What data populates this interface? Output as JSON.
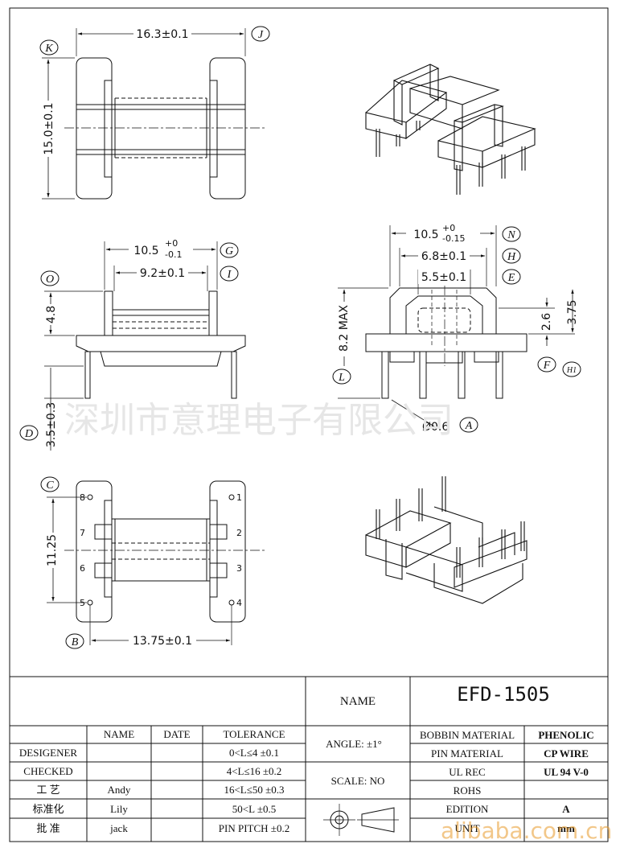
{
  "drawing": {
    "top_view": {
      "width_dim": "16.3±0.1",
      "height_dim": "15.0±0.1",
      "labels": {
        "width": "J",
        "height": "K"
      }
    },
    "side_view": {
      "flange_dim": "10.5",
      "flange_tol_plus": "+0",
      "flange_tol_minus": "-0.1",
      "inner_dim": "9.2±0.1",
      "height_dim": "4.8",
      "pin_dim": "3.5±0.3",
      "labels": {
        "flange": "G",
        "inner": "I",
        "height": "O",
        "pin": "D"
      }
    },
    "front_view": {
      "width_dim": "10.5",
      "width_tol_plus": "+0",
      "width_tol_minus": "-0.15",
      "core_dim": "6.8±0.1",
      "window_dim": "5.5±0.1",
      "max_dim": "8.2 MAX",
      "dim_26": "2.6",
      "dim_375": "3.75",
      "pin_dia": "Ø0.6",
      "labels": {
        "width": "N",
        "core": "H",
        "window": "E",
        "left": "L",
        "right": "F",
        "right2": "H1",
        "pin": "A"
      }
    },
    "bottom_view": {
      "pitch_dim": "11.25",
      "span_dim": "13.75±0.1",
      "pins_left": [
        "8",
        "7",
        "6",
        "5"
      ],
      "pins_right": [
        "1",
        "2",
        "3",
        "4"
      ],
      "labels": {
        "pitch": "C",
        "span": "B"
      }
    },
    "watermark": "深圳市意理电子有限公司",
    "alibaba_mark": "alibaba.com.cn"
  },
  "title_block": {
    "name_label": "NAME",
    "part_name": "EFD-1505",
    "columns": {
      "name": "NAME",
      "date": "DATE",
      "tolerance": "TOLERANCE"
    },
    "rows": [
      {
        "role": "DESIGENER",
        "name": "",
        "date": "",
        "tolerance": "0<L≤4  ±0.1"
      },
      {
        "role": "CHECKED",
        "name": "",
        "date": "",
        "tolerance": "4<L≤16  ±0.2"
      },
      {
        "role": "工   艺",
        "name": "Andy",
        "date": "",
        "tolerance": "16<L≤50  ±0.3"
      },
      {
        "role": "标准化",
        "name": "Lily",
        "date": "",
        "tolerance": "50<L     ±0.5"
      },
      {
        "role": "批   准",
        "name": "jack",
        "date": "",
        "tolerance": "PIN PITCH  ±0.2"
      }
    ],
    "angle": "ANGLE: ±1°",
    "scale": "SCALE: NO",
    "specs": [
      {
        "key": "BOBBIN MATERIAL",
        "value": "PHENOLIC"
      },
      {
        "key": "PIN MATERIAL",
        "value": "CP WIRE"
      },
      {
        "key": "UL REC",
        "value": "UL 94 V-0"
      },
      {
        "key": "ROHS",
        "value": ""
      },
      {
        "key": "EDITION",
        "value": "A"
      },
      {
        "key": "UNIT",
        "value": "mm"
      }
    ]
  }
}
